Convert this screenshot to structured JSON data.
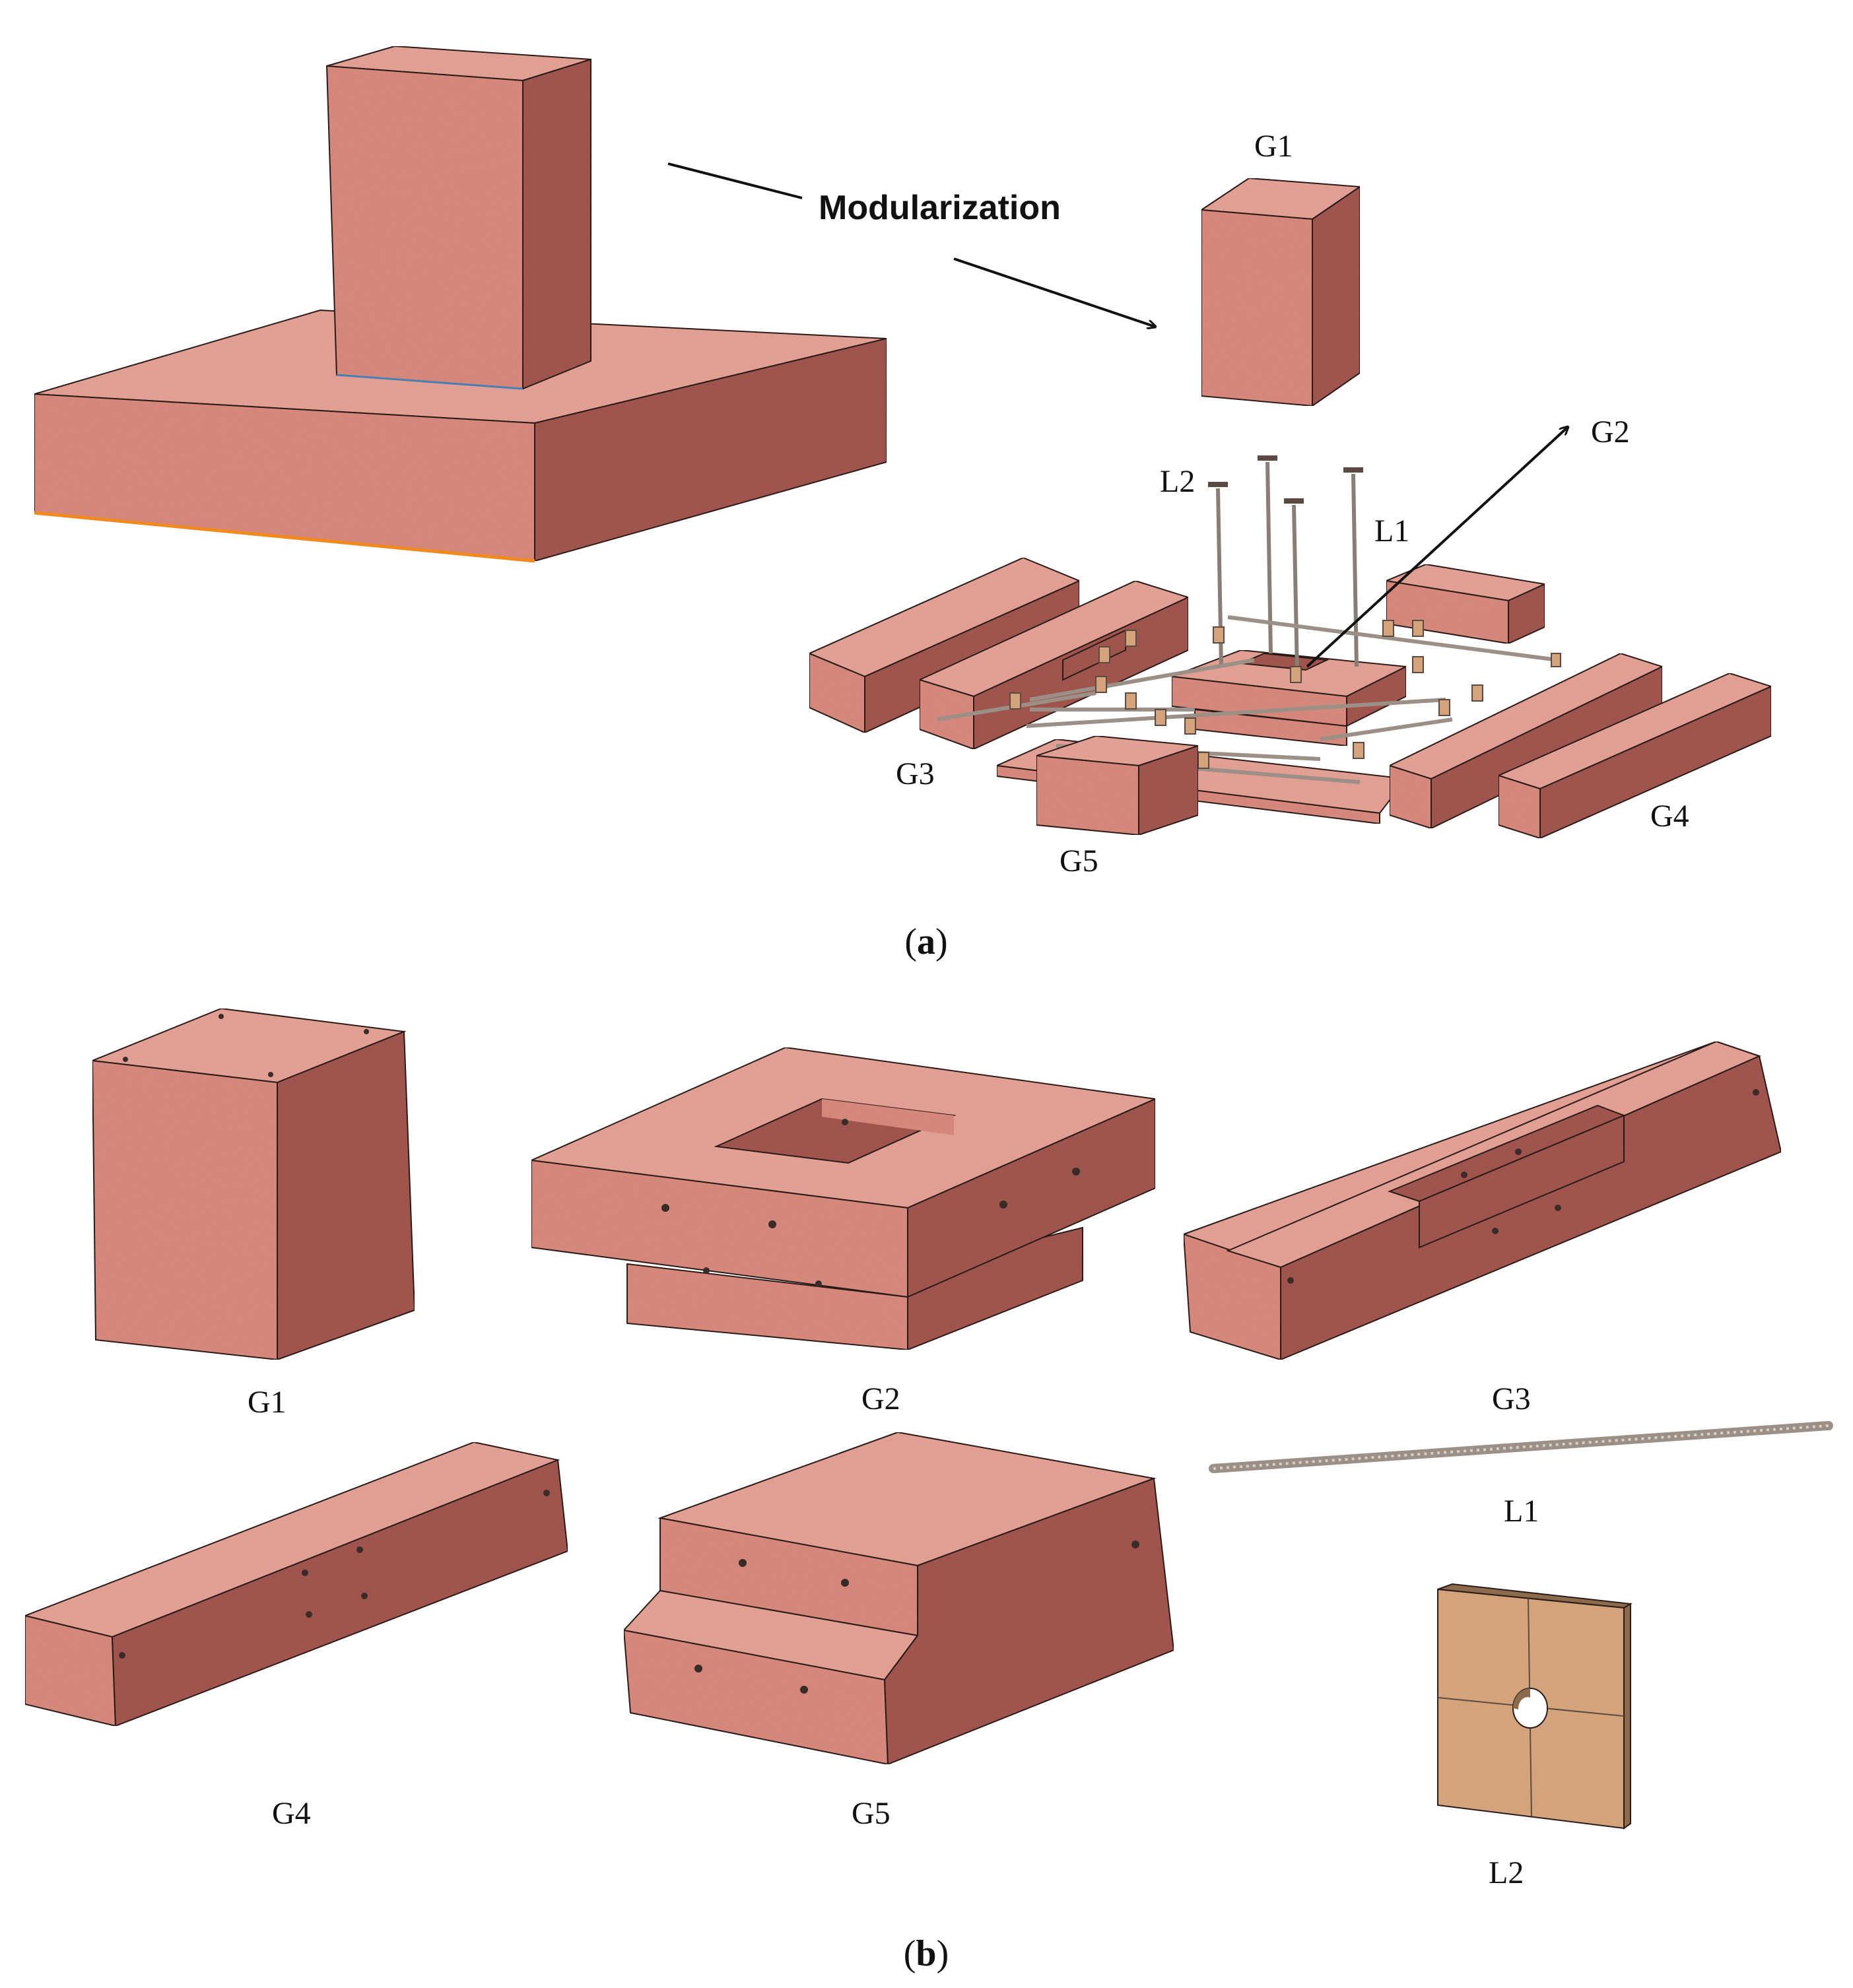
{
  "figure": {
    "panel_a": {
      "caption_prefix": "(",
      "caption_letter": "a",
      "caption_suffix": ")",
      "arrow_label": "Modularization",
      "labels": {
        "g1": "G1",
        "g2": "G2",
        "g3": "G3",
        "g4": "G4",
        "g5": "G5",
        "l1": "L1",
        "l2": "L2"
      }
    },
    "panel_b": {
      "caption_prefix": "(",
      "caption_letter": "b",
      "caption_suffix": ")",
      "labels": {
        "g1": "G1",
        "g2": "G2",
        "g3": "G3",
        "g4": "G4",
        "g5": "G5",
        "l1": "L1",
        "l2": "L2"
      }
    }
  },
  "colors": {
    "concrete_front": "#d98a7e",
    "concrete_side": "#a2564f",
    "concrete_top": "#e6a296",
    "edge": "#2a1a18",
    "plate": "#d3a47c",
    "plate_side": "#8c6a4c",
    "rod": "#9c8f86",
    "base_edge_accent": "#f08a1e"
  }
}
